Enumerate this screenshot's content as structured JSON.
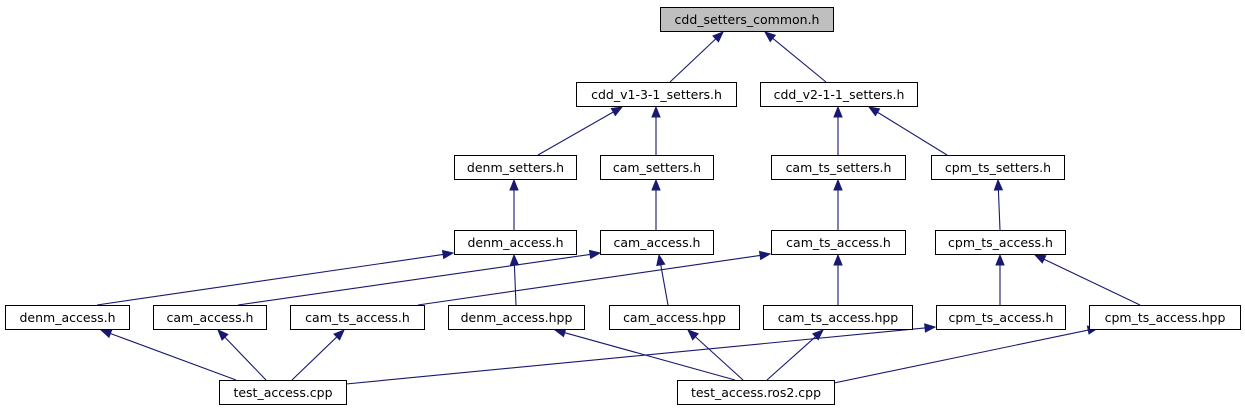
{
  "graph": {
    "title": "cdd_setters_common.h",
    "nodes": [
      {
        "id": "n0",
        "label": "cdd_setters_common.h",
        "root": true
      },
      {
        "id": "n1",
        "label": "cdd_v1-3-1_setters.h"
      },
      {
        "id": "n2",
        "label": "cdd_v2-1-1_setters.h"
      },
      {
        "id": "n3",
        "label": "denm_setters.h"
      },
      {
        "id": "n4",
        "label": "cam_setters.h"
      },
      {
        "id": "n5",
        "label": "cam_ts_setters.h"
      },
      {
        "id": "n6",
        "label": "cpm_ts_setters.h"
      },
      {
        "id": "n7",
        "label": "denm_access.h"
      },
      {
        "id": "n8",
        "label": "cam_access.h"
      },
      {
        "id": "n9",
        "label": "cam_ts_access.h"
      },
      {
        "id": "n10",
        "label": "cpm_ts_access.h"
      },
      {
        "id": "n11",
        "label": "denm_access.h"
      },
      {
        "id": "n12",
        "label": "cam_access.h"
      },
      {
        "id": "n13",
        "label": "cam_ts_access.h"
      },
      {
        "id": "n14",
        "label": "denm_access.hpp"
      },
      {
        "id": "n15",
        "label": "cam_access.hpp"
      },
      {
        "id": "n16",
        "label": "cam_ts_access.hpp"
      },
      {
        "id": "n17",
        "label": "cpm_ts_access.h"
      },
      {
        "id": "n18",
        "label": "cpm_ts_access.hpp"
      },
      {
        "id": "n19",
        "label": "test_access.cpp"
      },
      {
        "id": "n20",
        "label": "test_access.ros2.cpp"
      }
    ],
    "edges": [
      {
        "from": "n1",
        "to": "n0"
      },
      {
        "from": "n2",
        "to": "n0"
      },
      {
        "from": "n3",
        "to": "n1"
      },
      {
        "from": "n4",
        "to": "n1"
      },
      {
        "from": "n5",
        "to": "n2"
      },
      {
        "from": "n6",
        "to": "n2"
      },
      {
        "from": "n7",
        "to": "n3"
      },
      {
        "from": "n8",
        "to": "n4"
      },
      {
        "from": "n9",
        "to": "n5"
      },
      {
        "from": "n10",
        "to": "n6"
      },
      {
        "from": "n11",
        "to": "n7"
      },
      {
        "from": "n14",
        "to": "n7"
      },
      {
        "from": "n12",
        "to": "n8"
      },
      {
        "from": "n15",
        "to": "n8"
      },
      {
        "from": "n13",
        "to": "n9"
      },
      {
        "from": "n16",
        "to": "n9"
      },
      {
        "from": "n17",
        "to": "n10"
      },
      {
        "from": "n18",
        "to": "n10"
      },
      {
        "from": "n19",
        "to": "n11"
      },
      {
        "from": "n19",
        "to": "n12"
      },
      {
        "from": "n19",
        "to": "n13"
      },
      {
        "from": "n19",
        "to": "n17"
      },
      {
        "from": "n20",
        "to": "n14"
      },
      {
        "from": "n20",
        "to": "n15"
      },
      {
        "from": "n20",
        "to": "n16"
      },
      {
        "from": "n20",
        "to": "n18"
      }
    ],
    "colors": {
      "edge": "#191970",
      "root_fill": "#bfbfbf",
      "node_fill": "#ffffff",
      "border": "#000000"
    }
  }
}
